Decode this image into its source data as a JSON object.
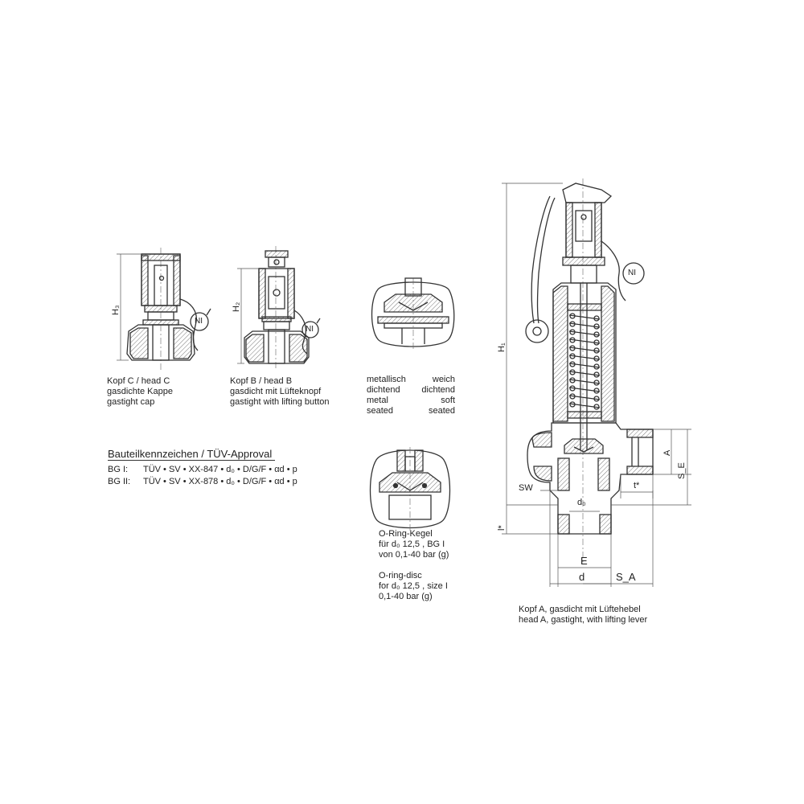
{
  "head_c": {
    "dim_label": "H₃",
    "nl_label": "NI",
    "caption": [
      "Kopf C / head C",
      "gasdichte Kappe",
      "gastight cap"
    ]
  },
  "head_b": {
    "dim_label": "H₂",
    "nl_label": "NI",
    "caption": [
      "Kopf B / head B",
      "gasdicht mit Lüfteknopf",
      "gastight with lifting button"
    ]
  },
  "seat_detail": {
    "caption_rows": [
      {
        "left": "metallisch",
        "right": "weich"
      },
      {
        "left": "dichtend",
        "right": "dichtend"
      },
      {
        "left": "metal",
        "right": "soft"
      },
      {
        "left": "seated",
        "right": "seated"
      }
    ]
  },
  "approval": {
    "title": "Bauteilkennzeichen / TÜV-Approval",
    "rows": [
      {
        "group": "BG  I:",
        "code": "TÜV • SV • XX-847 • d₀ • D/G/F • αd • p"
      },
      {
        "group": "BG  II:",
        "code": "TÜV • SV • XX-878 • d₀ • D/G/F • αd • p"
      }
    ]
  },
  "oring": {
    "caption_de": [
      "O-Ring-Kegel",
      "für d₀ 12,5 ,  BG I",
      "von 0,1-40 bar (g)"
    ],
    "caption_en": [
      "O-ring-disc",
      "for d₀ 12,5 , size I",
      "0,1-40 bar (g)"
    ]
  },
  "head_a": {
    "dims": {
      "h1": "H₁",
      "nl": "NI",
      "a": "A",
      "se": "S_E",
      "t": "t*",
      "sw": "SW",
      "d0": "d₀",
      "l": "l*",
      "e": "E",
      "d": "d",
      "sa": "S_A"
    },
    "caption": [
      "Kopf A, gasdicht mit Lüftehebel",
      "head A, gastight, with lifting lever"
    ]
  }
}
